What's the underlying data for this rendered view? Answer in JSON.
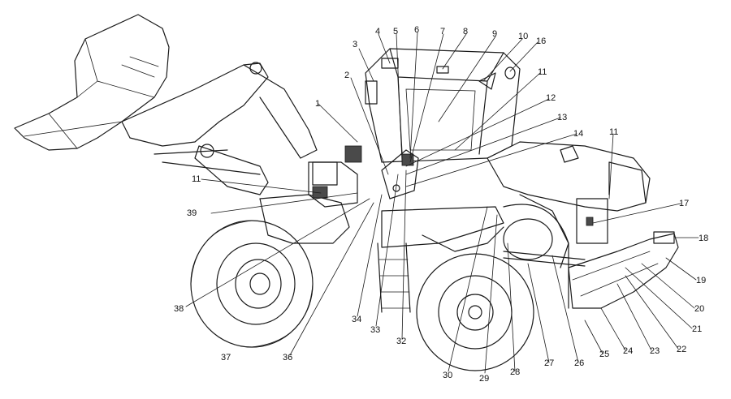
{
  "callouts": [
    {
      "label": "1"
    },
    {
      "label": "2"
    },
    {
      "label": "3"
    },
    {
      "label": "4"
    },
    {
      "label": "5"
    },
    {
      "label": "6"
    },
    {
      "label": "7"
    },
    {
      "label": "8"
    },
    {
      "label": "9"
    },
    {
      "label": "10"
    },
    {
      "label": "16"
    },
    {
      "label": "11"
    },
    {
      "label": "12"
    },
    {
      "label": "13"
    },
    {
      "label": "14"
    },
    {
      "label": "11"
    },
    {
      "label": "17"
    },
    {
      "label": "18"
    },
    {
      "label": "19"
    },
    {
      "label": "20"
    },
    {
      "label": "21"
    },
    {
      "label": "22"
    },
    {
      "label": "23"
    },
    {
      "label": "24"
    },
    {
      "label": "25"
    },
    {
      "label": "26"
    },
    {
      "label": "27"
    },
    {
      "label": "28"
    },
    {
      "label": "29"
    },
    {
      "label": "30"
    },
    {
      "label": "32"
    },
    {
      "label": "33"
    },
    {
      "label": "34"
    },
    {
      "label": "36"
    },
    {
      "label": "37"
    },
    {
      "label": "38"
    },
    {
      "label": "39"
    },
    {
      "label": "11"
    }
  ]
}
